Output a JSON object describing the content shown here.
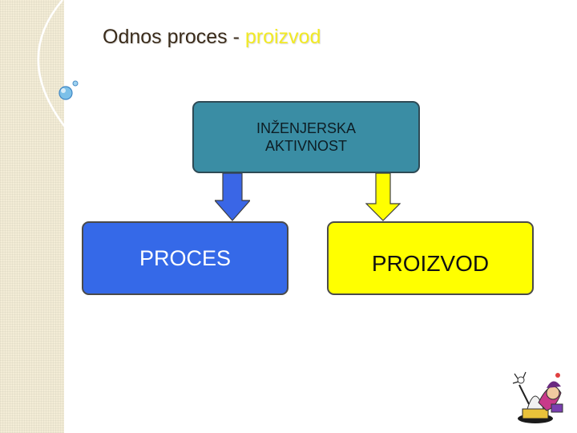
{
  "title": {
    "main": "Odnos proces - ",
    "accent": "proizvod"
  },
  "diagram": {
    "top_box": "INŽENJERSKA\nAKTIVNOST",
    "left_box": "PROCES",
    "right_box": "PROIZVOD"
  },
  "colors": {
    "top_box": "#3a8da4",
    "left_box": "#3569e8",
    "right_box": "#ffff00",
    "title_accent": "#f2ea25"
  },
  "icons": [
    "bubble-icon",
    "wizard-clipart-icon"
  ]
}
